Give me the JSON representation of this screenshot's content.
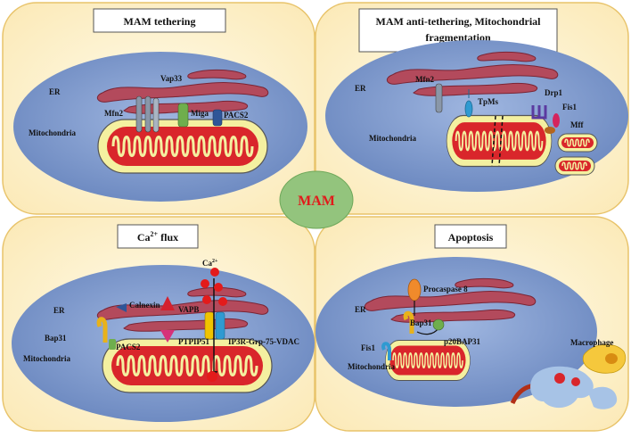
{
  "center": {
    "label": "MAM"
  },
  "panels": {
    "tethering": {
      "title": "MAM tethering",
      "labels": {
        "er": "ER",
        "mito": "Mitochondria",
        "vap33": "Vap33",
        "mfn2": "Mfn2",
        "miga": "Miga",
        "pacs2": "PACS2"
      }
    },
    "anti": {
      "title_line1": "MAM anti-tethering, Mitochondrial",
      "title_line2": "fragmentation",
      "labels": {
        "er": "ER",
        "mito": "Mitochondria",
        "mfn2": "Mfn2",
        "tpms": "TpMs",
        "drp1": "Drp1",
        "fis1": "Fis1",
        "mff": "Mff"
      }
    },
    "calcium": {
      "title_main": "Ca",
      "title_sup": "2+",
      "title_rest": " flux",
      "labels": {
        "er": "ER",
        "mito": "Mitochondria",
        "bap31": "Bap31",
        "calnexin": "Calnexin",
        "pacs2": "PACS2",
        "vapb": "VAPB",
        "ptpip51": "PTPIP51",
        "ip3r": "IP3R-Grp-75-VDAC",
        "ca_main": "Ca",
        "ca_sup": "2+"
      }
    },
    "apoptosis": {
      "title": "Apoptosis",
      "labels": {
        "er": "ER",
        "mito": "Mitochondria",
        "procaspase": "Procaspase 8",
        "bap31": "Bap31",
        "p20": "p20BAP31",
        "fis1": "Fis1",
        "macrophage": "Macrophage"
      }
    }
  },
  "colors": {
    "panel_fill": "#fdf0c8",
    "panel_stroke": "#e8c36a",
    "cell_fill": "#6f8cc2",
    "er_fill": "#b5485a",
    "mito_outer": "#f2ee9a",
    "mito_inner": "#d8262a",
    "mam_fill": "#93c47d"
  }
}
